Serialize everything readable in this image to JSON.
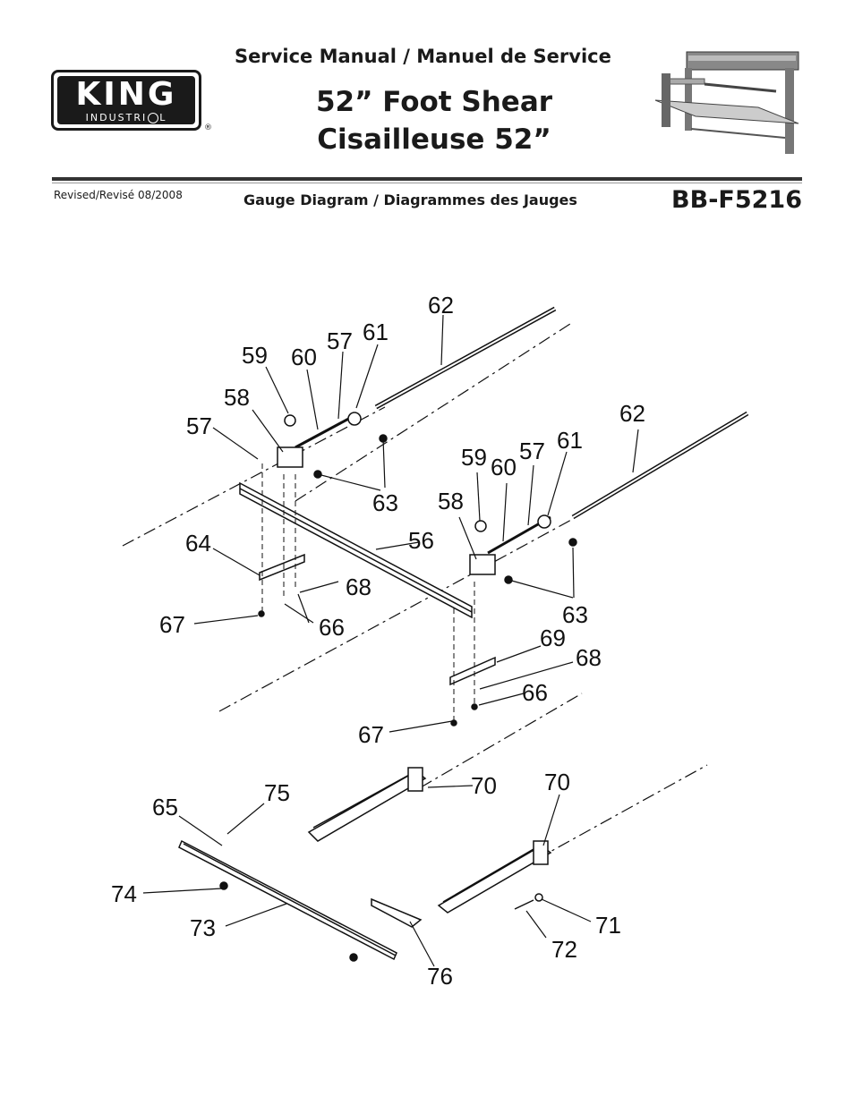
{
  "header": {
    "logo_word": "KING",
    "logo_sub": "INDUSTRI",
    "registered_mark": "®",
    "service_manual": "Service Manual / Manuel de Service",
    "title_en": "52” Foot Shear",
    "title_fr": "Cisailleuse 52”",
    "revised": "Revised/Revisé 08/2008",
    "section": "Gauge Diagram / Diagrammes des Jauges",
    "model": "BB-F5216"
  },
  "diagram": {
    "callouts": [
      "62",
      "61",
      "57",
      "60",
      "59",
      "58",
      "57",
      "63",
      "56",
      "64",
      "68",
      "66",
      "67",
      "62",
      "61",
      "57",
      "60",
      "59",
      "58",
      "63",
      "69",
      "68",
      "66",
      "67",
      "70",
      "70",
      "75",
      "65",
      "74",
      "73",
      "76",
      "71",
      "72"
    ]
  }
}
